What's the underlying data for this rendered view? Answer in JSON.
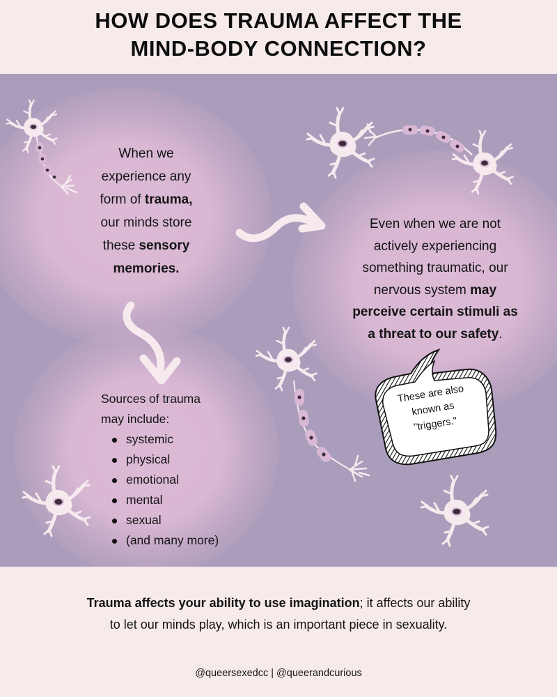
{
  "header": {
    "title_line1": "HOW DOES TRAUMA AFFECT THE",
    "title_line2": "MIND-BODY CONNECTION?"
  },
  "colors": {
    "background": "#f6eaea",
    "panel": "#aa9dbb",
    "glow": "#dcbad6",
    "neuron": "#f6eaee",
    "myelin": "#d9b8d6",
    "nucleus": "#3e2b3a",
    "text": "#141414"
  },
  "block1": {
    "line1": "When we",
    "line2": "experience any",
    "line3_pre": "form of ",
    "line3_bold": "trauma",
    "line3_post": ",",
    "line4": "our minds store",
    "line5_pre": "these ",
    "line5_bold": "sensory",
    "line6_bold": "memories."
  },
  "block2": {
    "line1": "Even when we are not",
    "line2": "actively experiencing",
    "line3": "something traumatic, our",
    "line4_pre": "nervous system ",
    "line4_bold": "may",
    "line5_bold": "perceive certain stimuli as",
    "line6_bold": "a  threat to our safety",
    "line6_post": "."
  },
  "block3": {
    "intro_line1": "Sources of trauma",
    "intro_line2": "may include:",
    "items": [
      "systemic",
      "physical",
      "emotional",
      "mental",
      "sexual",
      "(and many more)"
    ]
  },
  "bubble": {
    "line1": "These are also",
    "line2": "known as",
    "line3": "\"triggers.\""
  },
  "icons": {
    "arrow_right": "curvy-arrow-right-icon",
    "arrow_down": "curvy-arrow-down-icon",
    "neuron": "neuron-icon",
    "speech_bubble": "speech-bubble-icon"
  },
  "footer": {
    "bold": "Trauma affects your ability to use imagination",
    "rest_line1": "; it affects our ability",
    "line2": "to let our minds play, which is an important piece in sexuality.",
    "credit": "@queersexedcc | @queerandcurious"
  }
}
